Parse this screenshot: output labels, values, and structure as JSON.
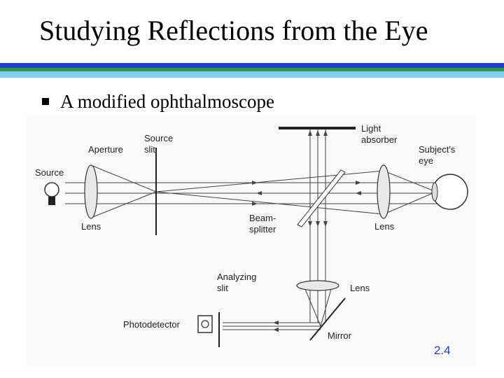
{
  "slide": {
    "title": "Studying Reflections from the Eye",
    "bullet": "A modified ophthalmoscope",
    "slide_number": "2.4",
    "accent_colors": {
      "rule_blue": "#1f3fc8",
      "rule_green": "#2f9a44",
      "rule_cyan": "#7fd0f0"
    }
  },
  "diagram": {
    "labels": {
      "source": "Source",
      "aperture": "Aperture",
      "source_slit_1": "Source",
      "source_slit_2": "slit",
      "lens_left": "Lens",
      "light_absorber_1": "Light",
      "light_absorber_2": "absorber",
      "subjects_eye_1": "Subject's",
      "subjects_eye_2": "eye",
      "beamsplitter_1": "Beam-",
      "beamsplitter_2": "splitter",
      "lens_right": "Lens",
      "analyzing_slit_1": "Analyzing",
      "analyzing_slit_2": "slit",
      "lens_bottom": "Lens",
      "photodetector": "Photodetector",
      "mirror": "Mirror"
    }
  }
}
